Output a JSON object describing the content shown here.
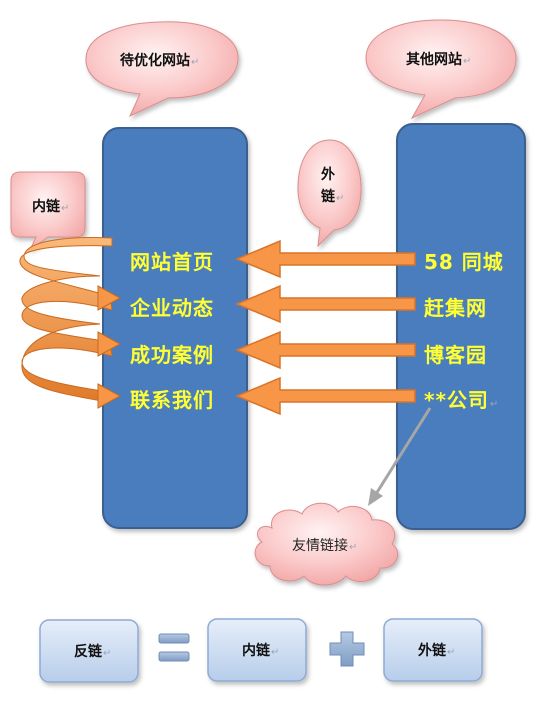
{
  "bubbles": {
    "target_site": "待优化网站",
    "other_site": "其他网站",
    "internal_link": "内链",
    "external_link_line1": "外",
    "external_link_line2": "链"
  },
  "left_items": [
    "网站首页",
    "企业动态",
    "成功案例",
    "联系我们"
  ],
  "right_items": [
    "58 同城",
    "赶集网",
    "博客园",
    "**公司"
  ],
  "friend_link": "友情链接",
  "formula": {
    "backlink": "反链",
    "equals": "=",
    "internal": "内链",
    "plus": "+",
    "external": "外链"
  },
  "para_mark": "↵",
  "colors": {
    "column_fill": "#4a7dbd",
    "column_stroke": "#3a5f8f",
    "arrow_fill": "#f79646",
    "arrow_stroke": "#d8742a",
    "bubble_fill": "#f9c6c6",
    "box_fill": "#c6d9f1",
    "text_yellow": "#ffff33"
  }
}
